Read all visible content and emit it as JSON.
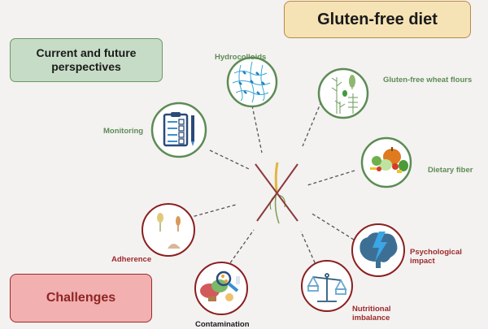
{
  "title": "Gluten-free diet",
  "sections": {
    "current": "Current and future perspectives",
    "challenges": "Challenges"
  },
  "colors": {
    "green": "#5c8c54",
    "red": "#9b2a2a",
    "title_bg": "#f5e3b5",
    "current_bg": "#c6dcc6",
    "challenges_bg": "#f2b0b0"
  },
  "perspectives": [
    {
      "label": "Hydrocolloids",
      "icon": "hydrocolloid-network-icon"
    },
    {
      "label": "Gluten-free wheat flours",
      "icon": "grain-plants-icon"
    },
    {
      "label": "Monitoring",
      "icon": "clipboard-checklist-icon"
    },
    {
      "label": "Dietary fiber",
      "icon": "vegetables-icon"
    }
  ],
  "challenges": [
    {
      "label": "Adherence",
      "icon": "grains-and-flour-icon"
    },
    {
      "label": "Psychological impact",
      "label_line1": "Psychological",
      "label_line2": "impact",
      "icon": "brain-lightning-icon"
    },
    {
      "label": "Nutritional imbalance",
      "label_line1": "Nutritional",
      "label_line2": "imbalance",
      "icon": "balance-scale-icon"
    },
    {
      "label": "Contamination",
      "icon": "food-magnifier-icon"
    }
  ],
  "center": {
    "icon": "crossed-wheat-icon"
  }
}
